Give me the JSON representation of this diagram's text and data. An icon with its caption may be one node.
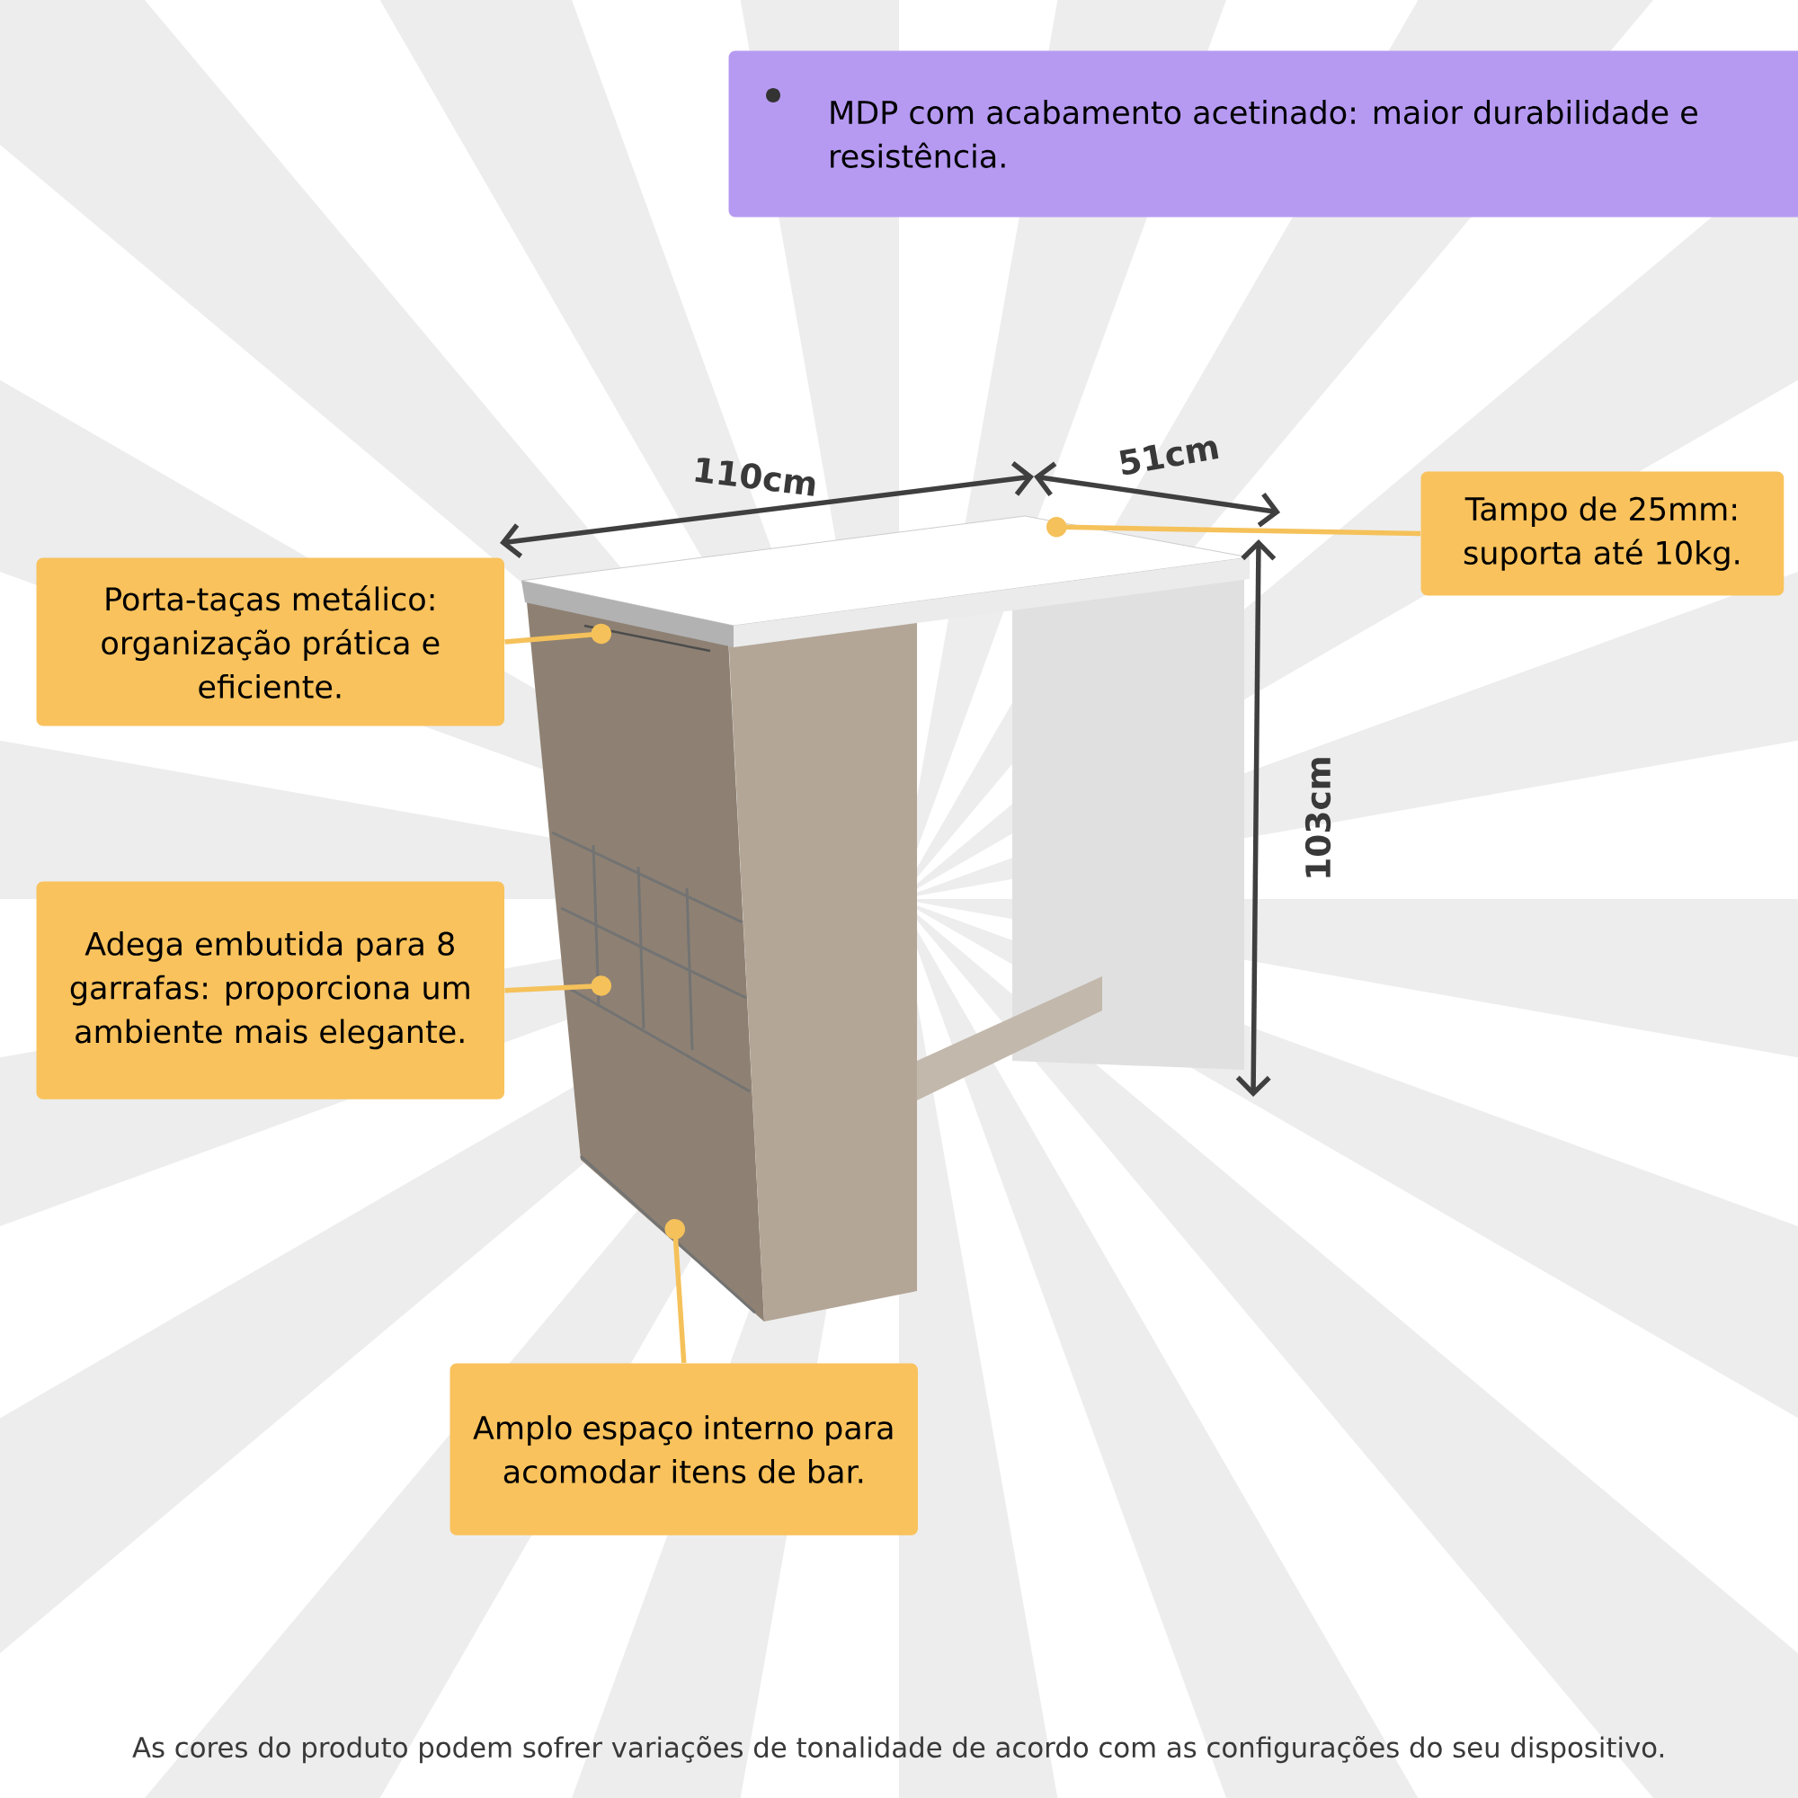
{
  "diagram": {
    "nodes": [
      {
        "text": [
          "MDP com acabamento acetinado: maior durabilidade e resistência."
        ]
      },
      {
        "text": [
          "Tampo de 25mm: suporta até 10kg."
        ]
      },
      {
        "text": [
          "Porta-taças metálico: organização prática e eficiente."
        ]
      },
      {
        "text": [
          "Adega embutida para 8 garrafas: proporciona um ambiente mais elegante."
        ]
      },
      {
        "text": [
          "Amplo espaço interno para acomodar itens de bar."
        ]
      }
    ],
    "edges": [
      {
        "from": 1,
        "to": null,
        "arrow": "other"
      },
      {
        "from": 2,
        "to": null,
        "arrow": "other"
      },
      {
        "from": 3,
        "to": null,
        "arrow": "other"
      },
      {
        "from": 4,
        "to": null,
        "arrow": "other"
      }
    ],
    "labels": [
      "110cm",
      "51cm",
      "103cm",
      "As cores do produto podem sofrer variações de tonalidade de acordo com as configurações do seu dispositivo."
    ]
  }
}
